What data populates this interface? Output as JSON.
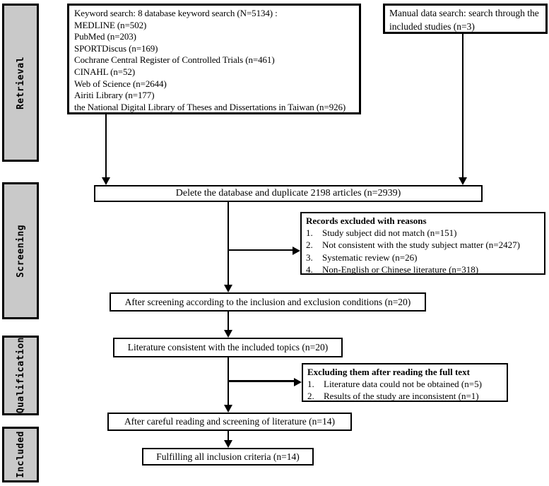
{
  "sidebar": {
    "stages": [
      {
        "label": "Retrieval"
      },
      {
        "label": "Screening"
      },
      {
        "label": "Qualification"
      },
      {
        "label": "Included"
      }
    ]
  },
  "boxes": {
    "keyword": {
      "title": "Keyword search: 8 database keyword search（N=5134）:",
      "lines": [
        "MEDLINE (n=502)",
        "PubMed (n=203)",
        "SPORTDiscus (n=169)",
        "Cochrane Central Register of Controlled Trials (n=461)",
        "CINAHL (n=52)",
        "Web of Science (n=2644)",
        "Airiti Library (n=177)",
        "the National Digital Library of Theses and Dissertations in Taiwan (n=926)"
      ]
    },
    "manual": {
      "text": "Manual data search: search through the included studies（n=3）"
    },
    "delete_duplicates": {
      "text": "Delete the database and duplicate 2198 articles（n=2939）"
    },
    "records_excluded": {
      "title": "Records excluded with reasons",
      "items": [
        "Study subject did not match（n=151）",
        "Not consistent with the study subject matter（n=2427）",
        "Systematic review（n=26）",
        "Non-English or Chinese literature（n=318）"
      ]
    },
    "screening_result": {
      "text": "After screening according to the inclusion and exclusion conditions（n=20）"
    },
    "literature_consistent": {
      "text": "Literature consistent with the included topics（n=20）"
    },
    "excluding_fulltext": {
      "title": "Excluding them after reading the full text",
      "items": [
        "Literature data could not be obtained（n=5）",
        "Results of the study are inconsistent（n=1）"
      ]
    },
    "careful_reading": {
      "text": "After careful reading and screening of literature（n=14）"
    },
    "fulfilling": {
      "text": "Fulfilling all inclusion criteria（n=14）"
    }
  },
  "colors": {
    "stage_fill": "#c9c9c9",
    "border": "#000000",
    "background": "#ffffff"
  }
}
